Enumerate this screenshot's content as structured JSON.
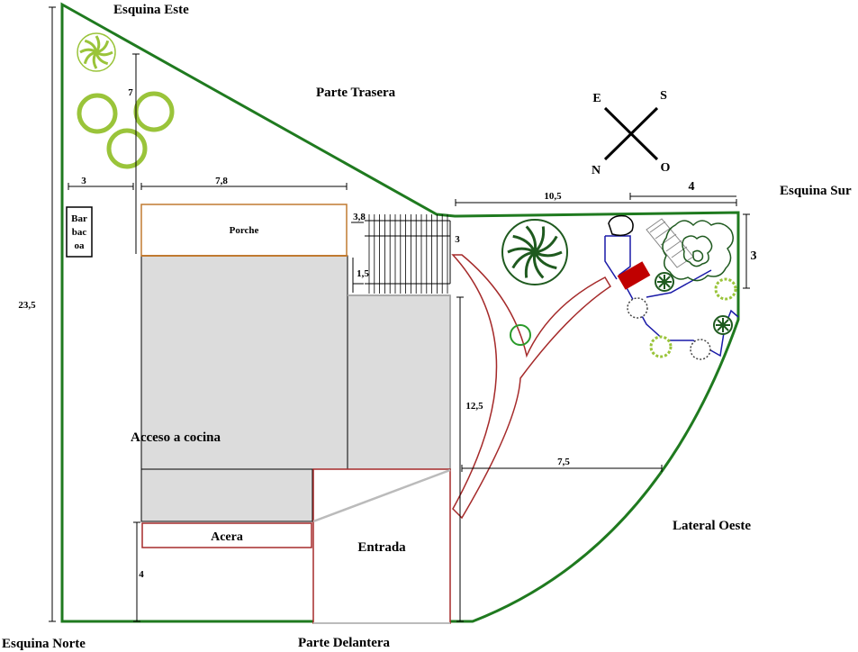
{
  "labels": {
    "esquina_este": "Esquina Este",
    "parte_trasera": "Parte Trasera",
    "esquina_sur": "Esquina Sur",
    "lateral_oeste": "Lateral Oeste",
    "esquina_norte": "Esquina Norte",
    "parte_delantera": "Parte Delantera",
    "porche": "Porche",
    "acceso_cocina": "Acceso a cocina",
    "acera": "Acera",
    "entrada": "Entrada",
    "barbacoa_1": "Bar",
    "barbacoa_2": "bac",
    "barbacoa_3": "oa"
  },
  "compass": {
    "e": "E",
    "s": "S",
    "n": "N",
    "o": "O"
  },
  "dimensions": {
    "d7": "7",
    "d3_left": "3",
    "d7_8": "7,8",
    "d23_5": "23,5",
    "d3_8": "3,8",
    "d3_deck": "3",
    "d1_5": "1,5",
    "d10_5": "10,5",
    "d4_top": "4",
    "d3_right": "3",
    "d12_5": "12,5",
    "d7_5": "7,5",
    "d4_bottom": "4"
  },
  "colors": {
    "lot_border": "#1f7a1f",
    "porch_border": "#c07a30",
    "path_red": "#a52a2a",
    "bench_red": "#c00000",
    "trail_blue": "#1a1aa8",
    "tree_light_green": "#9ac43a",
    "tree_dark_green": "#1f5a1f",
    "house_gray": "#dcdcdc"
  }
}
